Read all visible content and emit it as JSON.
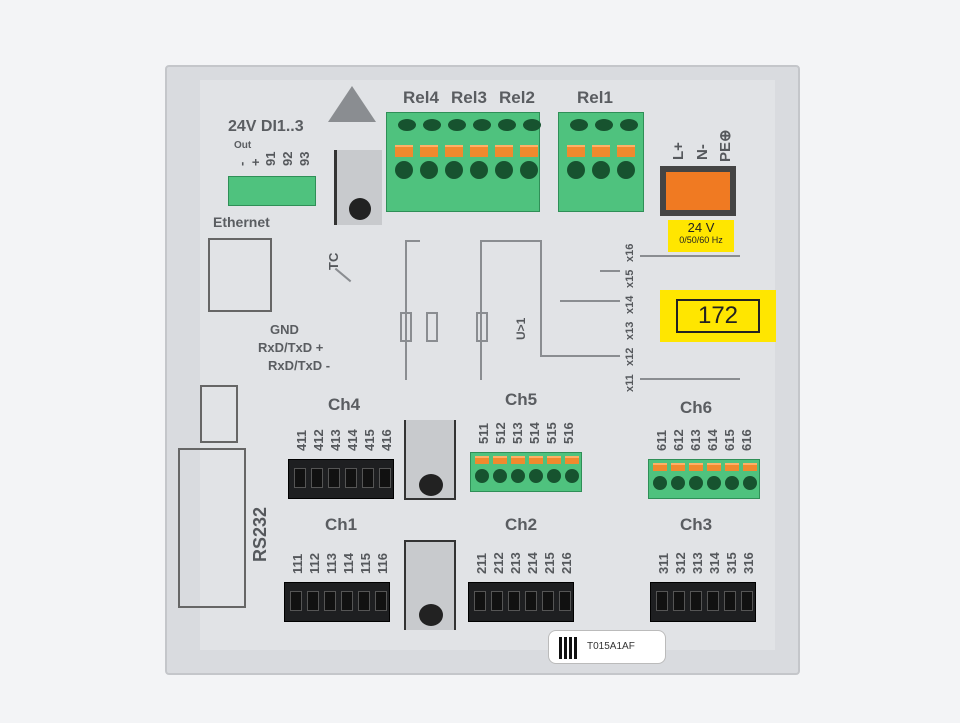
{
  "top": {
    "di_title": "24V DI1..3",
    "di_out": "Out",
    "di_terms": [
      "-",
      "+",
      "91",
      "92",
      "93"
    ],
    "relays": [
      "Rel4",
      "Rel3",
      "Rel2",
      "Rel1"
    ],
    "ethernet": "Ethernet",
    "power_terms": [
      "L+",
      "N-",
      "PE⊕"
    ],
    "power_label": "24 V",
    "power_freq": "0/50/60 Hz"
  },
  "diagram": {
    "tc": "TC",
    "x_terms": [
      "x11",
      "x12",
      "x13",
      "x14",
      "x15",
      "x16"
    ],
    "u_label": "U>1"
  },
  "badge": "172",
  "serial": {
    "gnd": "GND",
    "rxd_plus": "RxD/TxD +",
    "rxd_minus": "RxD/TxD -",
    "rs232": "RS232"
  },
  "channels": [
    {
      "name": "Ch4",
      "terms": [
        "411",
        "412",
        "413",
        "414",
        "415",
        "416"
      ],
      "type": "black"
    },
    {
      "name": "Ch5",
      "terms": [
        "511",
        "512",
        "513",
        "514",
        "515",
        "516"
      ],
      "type": "green"
    },
    {
      "name": "Ch6",
      "terms": [
        "611",
        "612",
        "613",
        "614",
        "615",
        "616"
      ],
      "type": "green"
    },
    {
      "name": "Ch1",
      "terms": [
        "111",
        "112",
        "113",
        "114",
        "115",
        "116"
      ],
      "type": "black"
    },
    {
      "name": "Ch2",
      "terms": [
        "211",
        "212",
        "213",
        "214",
        "215",
        "216"
      ],
      "type": "black"
    },
    {
      "name": "Ch3",
      "terms": [
        "311",
        "312",
        "313",
        "314",
        "315",
        "316"
      ],
      "type": "black"
    }
  ],
  "label": {
    "code": "T015A1AF"
  },
  "colors": {
    "terminal_green": "#4fc27e",
    "lever_orange": "#f08a2e",
    "badge_yellow": "#ffe600"
  }
}
